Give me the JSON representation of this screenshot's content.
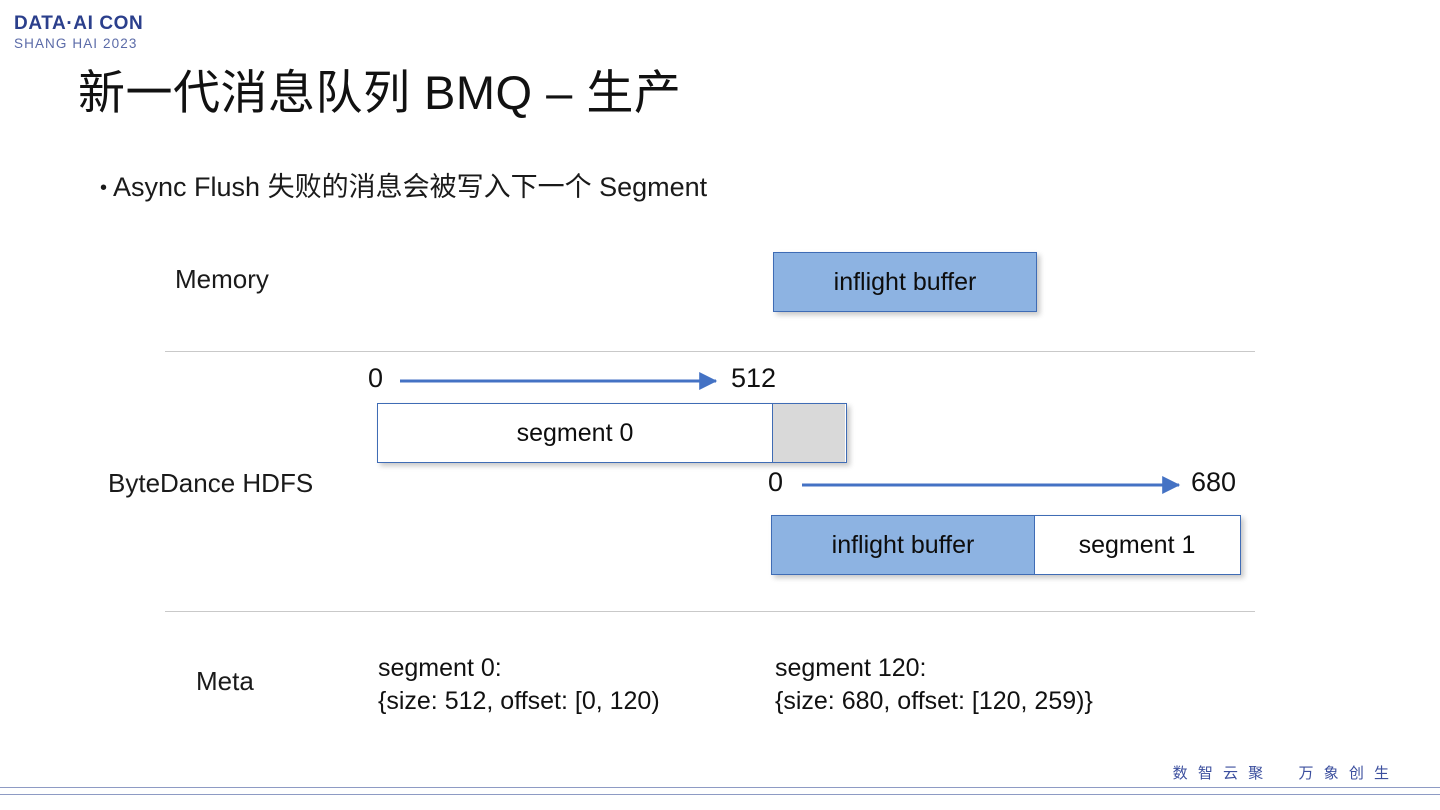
{
  "logo": {
    "main": "DATA·AI CON",
    "sub": "SHANG HAI 2023",
    "main_color": "#2b3f8c",
    "sub_color": "#5b6ba8"
  },
  "title": "新一代消息队列 BMQ – 生产",
  "bullet": {
    "marker": "•",
    "text": "Async Flush 失败的消息会被写入下一个 Segment"
  },
  "colors": {
    "blue_fill": "#8db3e2",
    "box_border": "#3f6cb5",
    "grey_fill": "#d9d9d9",
    "arrow": "#4472c4",
    "divider": "#c9c9c9",
    "footer_blue": "#3c4f9e"
  },
  "rows": {
    "memory": {
      "label": "Memory",
      "buffer_label": "inflight buffer"
    },
    "hdfs": {
      "label": "ByteDance HDFS",
      "segment0": {
        "axis_start": "0",
        "axis_end": "512",
        "bar_label": "segment 0",
        "tail_label": ""
      },
      "segment1": {
        "axis_start": "0",
        "axis_end": "680",
        "buffer_label": "inflight buffer",
        "bar_label": "segment 1"
      }
    },
    "meta": {
      "label": "Meta",
      "entry0": "segment 0:\n{size: 512, offset: [0, 120)",
      "entry1": "segment 120:\n{size: 680, offset: [120, 259)}"
    }
  },
  "footer": {
    "slogan": "数 智 云 聚 　 万 象 创 生"
  }
}
